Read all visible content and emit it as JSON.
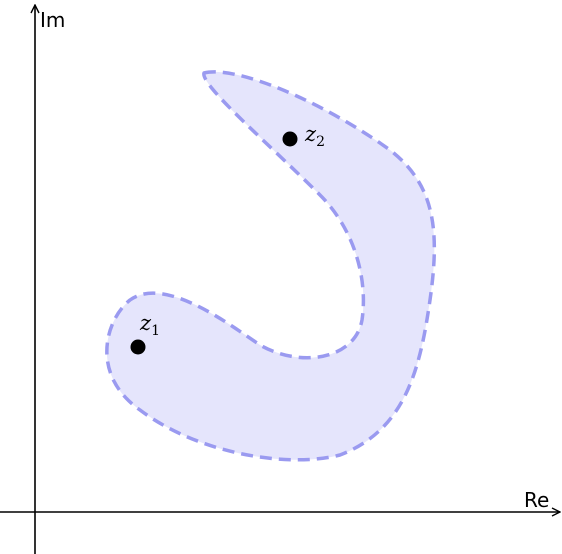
{
  "axes": {
    "x_label": "Re",
    "y_label": "Im"
  },
  "region": {
    "fill_color": "#e5e5fc",
    "stroke_color": "#9a9af0"
  },
  "points": [
    {
      "name": "z",
      "subscript": "1"
    },
    {
      "name": "z",
      "subscript": "2"
    }
  ]
}
